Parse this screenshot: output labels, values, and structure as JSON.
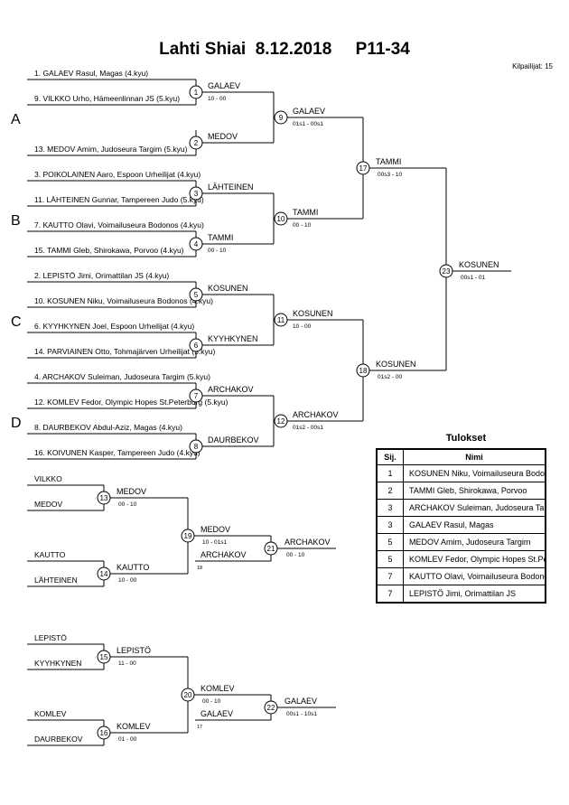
{
  "title": "Lahti Shiai  8.12.2018     P11-34",
  "participants": "Kilpailijat: 15",
  "pools": [
    "A",
    "B",
    "C",
    "D"
  ],
  "entries": [
    "1. GALAEV Rasul, Magas (4.kyu)",
    "9. VILKKO Urho, Hämeenlinnan JS (5.kyu)",
    "13. MEDOV Amim, Judoseura Targim (5.kyu)",
    "3. POIKOLAINEN Aaro, Espoon Urheilijat (4.kyu)",
    "11. LÄHTEINEN Gunnar, Tampereen Judo (5.kyu)",
    "7. KAUTTO Olavi, Voimailuseura Bodonos (4.kyu)",
    "15. TAMMI Gleb, Shirokawa, Porvoo (4.kyu)",
    "2. LEPISTÖ Jimi, Orimattilan JS (4.kyu)",
    "10. KOSUNEN Niku, Voimailuseura Bodonos (4.kyu)",
    "6. KYYHKYNEN Joel, Espoon Urheilijat (4.kyu)",
    "14. PARVIAINEN Otto, Tohmajärven Urheilijat (5.kyu)",
    "4. ARCHAKOV Suleiman, Judoseura Targim (5.kyu)",
    "12. KOMLEV Fedor, Olympic Hopes St.Peterburg (5.kyu)",
    "8. DAURBEKOV Abdul-Aziz, Magas (4.kyu)",
    "16. KOIVUNEN Kasper, Tampereen Judo (4.kyu)"
  ],
  "matches": [
    {
      "id": "1",
      "winner": "GALAEV",
      "score": "10 - 00"
    },
    {
      "id": "2",
      "winner": "MEDOV",
      "score": ""
    },
    {
      "id": "3",
      "winner": "LÄHTEINEN",
      "score": ""
    },
    {
      "id": "4",
      "winner": "TAMMI",
      "score": "00 - 10"
    },
    {
      "id": "5",
      "winner": "KOSUNEN",
      "score": ""
    },
    {
      "id": "6",
      "winner": "KYYHKYNEN",
      "score": ""
    },
    {
      "id": "7",
      "winner": "ARCHAKOV",
      "score": ""
    },
    {
      "id": "8",
      "winner": "DAURBEKOV",
      "score": ""
    },
    {
      "id": "9",
      "winner": "GALAEV",
      "score": "01s1 - 00s1"
    },
    {
      "id": "10",
      "winner": "TAMMI",
      "score": "00 - 10"
    },
    {
      "id": "11",
      "winner": "KOSUNEN",
      "score": "10 - 00"
    },
    {
      "id": "12",
      "winner": "ARCHAKOV",
      "score": "01s2 - 00s1"
    },
    {
      "id": "17",
      "winner": "TAMMI",
      "score": "00s3 - 10"
    },
    {
      "id": "18",
      "winner": "KOSUNEN",
      "score": "01s2 - 00"
    },
    {
      "id": "23",
      "winner": "KOSUNEN",
      "score": "00s1 - 01"
    }
  ],
  "repechage": [
    {
      "entries": [
        "VILKKO",
        "MEDOV",
        "KAUTTO",
        "LÄHTEINEN"
      ],
      "matches": [
        {
          "id": "13",
          "winner": "MEDOV",
          "score": "00 - 10"
        },
        {
          "id": "14",
          "winner": "KAUTTO",
          "score": "10 - 00"
        },
        {
          "id": "19",
          "winner": "MEDOV",
          "score": "10 - 01s1"
        },
        {
          "id": "21",
          "winner": "ARCHAKOV",
          "score": "00 - 10"
        }
      ],
      "incoming": {
        "name": "ARCHAKOV",
        "ref": "18"
      }
    },
    {
      "entries": [
        "LEPISTÖ",
        "KYYHKYNEN",
        "KOMLEV",
        "DAURBEKOV"
      ],
      "matches": [
        {
          "id": "15",
          "winner": "LEPISTÖ",
          "score": "11 - 00"
        },
        {
          "id": "16",
          "winner": "KOMLEV",
          "score": "01 - 00"
        },
        {
          "id": "20",
          "winner": "KOMLEV",
          "score": "00 - 10"
        },
        {
          "id": "22",
          "winner": "GALAEV",
          "score": "00s1 - 10s1"
        }
      ],
      "incoming": {
        "name": "GALAEV",
        "ref": "17"
      }
    }
  ],
  "results": {
    "title": "Tulokset",
    "rank_header": "Sij.",
    "name_header": "Nimi",
    "rows": [
      {
        "rank": "1",
        "name": "KOSUNEN Niku, Voimailuseura Bodonos"
      },
      {
        "rank": "2",
        "name": "TAMMI Gleb, Shirokawa, Porvoo"
      },
      {
        "rank": "3",
        "name": "ARCHAKOV Suleiman, Judoseura Targim"
      },
      {
        "rank": "3",
        "name": "GALAEV Rasul, Magas"
      },
      {
        "rank": "5",
        "name": "MEDOV Amim, Judoseura Targim"
      },
      {
        "rank": "5",
        "name": "KOMLEV Fedor, Olympic Hopes St.Peterburg"
      },
      {
        "rank": "7",
        "name": "KAUTTO Olavi, Voimailuseura Bodonos"
      },
      {
        "rank": "7",
        "name": "LEPISTÖ Jimi, Orimattilan JS"
      }
    ]
  }
}
